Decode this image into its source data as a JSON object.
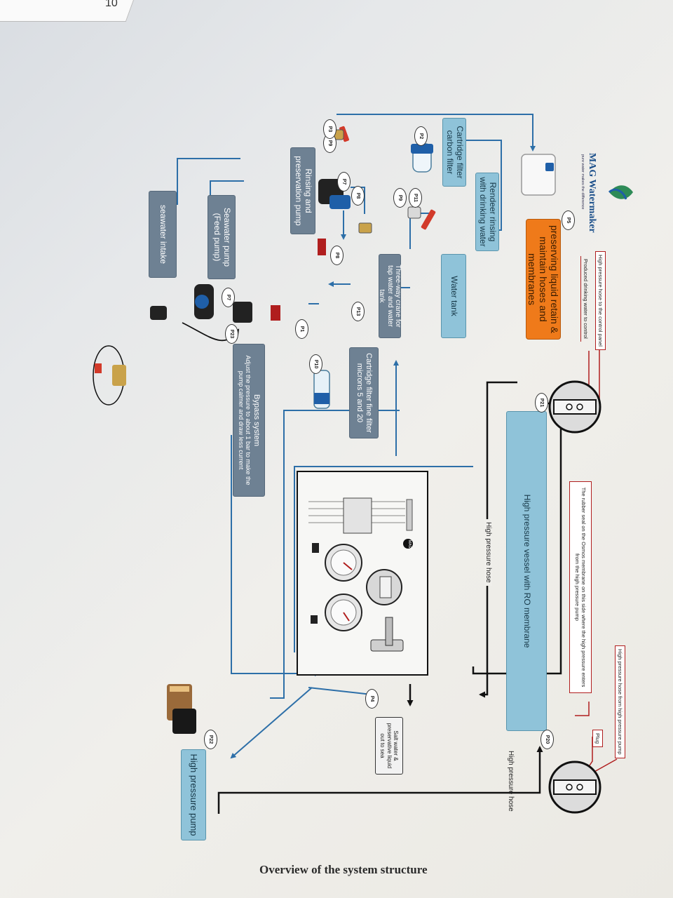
{
  "document": {
    "title": "Overview of the system structure",
    "corner_number": "10"
  },
  "logo": {
    "brand": "MAG Watermaker",
    "tagline": "pure water makes the difference"
  },
  "components": {
    "high_pressure_pump": "High pressure pump",
    "hp_vessel": "High pressure vessel with RO membrane",
    "preserving_liquid": "preserving liquid retain & maintain hoses and membranes",
    "water_tank": "Water tank",
    "rinsing_drinking_water": "Rendeer rinsing with drinking water",
    "cartridge_carbon": "Cartridge filter carbon filter",
    "rinsing_pump": "Rinsing and preservation pump",
    "three_way_crane": "Three-way crane for tap water and water tank",
    "cartridge_fine": "Cartridge filter fine filter microns 5 and 20",
    "seawater_pump": "Seawater pump (Feed pump)",
    "seawater_intake": "seawater intake",
    "bypass_title": "Bypass system",
    "bypass_text": "Adjust the pressure to about 1 bar to make the pump calmer and draw less current",
    "salt_water": "Salt water & preservative liquid out to sea"
  },
  "annotations": {
    "hp_hose_from_pump": "High pressure hose from high pressure pump",
    "plug": "Plug",
    "rubber_seal": "The rubber seal on the Osmos membrane on this side where the high pressure enters from the high pressure pump",
    "hp_hose_control": "High pressure hose to the control panel",
    "produced_water": "Produced drinking water to control",
    "hp_hose_top": "High pressure hose",
    "hp_hose_bottom": "High pressure hose"
  },
  "part_tags": {
    "p20": "P20",
    "p21": "P21",
    "p5": "P5",
    "p4": "P4",
    "p22": "P22",
    "p10": "P10",
    "p13": "P13",
    "p11": "P11",
    "p9a": "P9",
    "p8a": "P8",
    "p7a": "P7",
    "p8b": "P8",
    "p9b": "P9",
    "p23": "P23",
    "p7b": "P7",
    "p1": "P1",
    "p3": "P3",
    "p2": "P2"
  },
  "panel_detail": {
    "brand_mark": "MAG"
  },
  "colors": {
    "pipe_blue": "#2d6fa8",
    "vessel": "#8fc3d9",
    "orange": "#ef7a1a",
    "slate": "#6e8193",
    "sky": "#8fc3d9",
    "label_red": "#b01e1e"
  }
}
